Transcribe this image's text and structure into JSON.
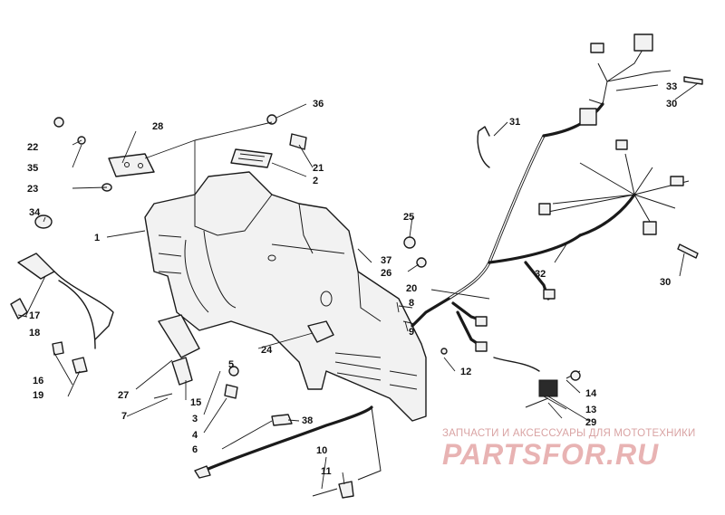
{
  "callouts": {
    "c1": "1",
    "c2": "2",
    "c3": "3",
    "c4": "4",
    "c5": "5",
    "c6": "6",
    "c7": "7",
    "c8": "8",
    "c9": "9",
    "c10": "10",
    "c11": "11",
    "c12": "12",
    "c13": "13",
    "c14": "14",
    "c15": "15",
    "c16": "16",
    "c17": "17",
    "c18": "18",
    "c19": "19",
    "c20": "20",
    "c21": "21",
    "c22": "22",
    "c23": "23",
    "c24": "24",
    "c25": "25",
    "c26": "26",
    "c27": "27",
    "c28": "28",
    "c29": "29",
    "c30a": "30",
    "c30b": "30",
    "c31": "31",
    "c32": "32",
    "c33": "33",
    "c34": "34",
    "c35": "35",
    "c36": "36",
    "c37": "37",
    "c38": "38"
  },
  "watermark": {
    "subtitle": "ЗАПЧАСТИ И АКСЕССУАРЫ ДЛЯ МОТОТЕХНИКИ",
    "brand": "PARTSFOR.RU"
  }
}
